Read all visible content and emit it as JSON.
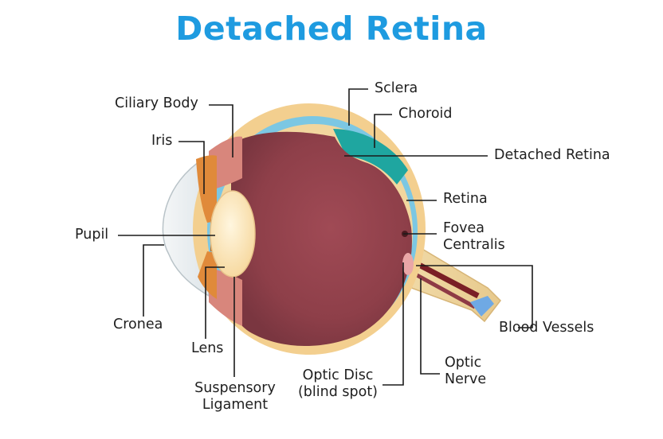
{
  "title": "Detached Retina",
  "labels": {
    "sclera": "Sclera",
    "choroid": "Choroid",
    "detached_retina": "Detached Retina",
    "retina": "Retina",
    "fovea_line1": "Fovea",
    "fovea_line2": "Centralis",
    "blood_vessels": "Blood Vessels",
    "optic_nerve_line1": "Optic",
    "optic_nerve_line2": "Nerve",
    "optic_disc_line1": "Optic Disc",
    "optic_disc_line2": "(blind spot)",
    "suspensory_line1": "Suspensory",
    "suspensory_line2": "Ligament",
    "lens": "Lens",
    "cronea": "Cronea",
    "pupil": "Pupil",
    "iris": "Iris",
    "ciliary_body": "Ciliary Body"
  },
  "colors": {
    "title": "#1e9be0",
    "sclera": "#f3cf8f",
    "choroid": "#7cc7e3",
    "vitreous": "#96424c",
    "detached_zone": "#1fa6a0",
    "lens": "#fde7b8",
    "iris": "#e08a3a"
  }
}
